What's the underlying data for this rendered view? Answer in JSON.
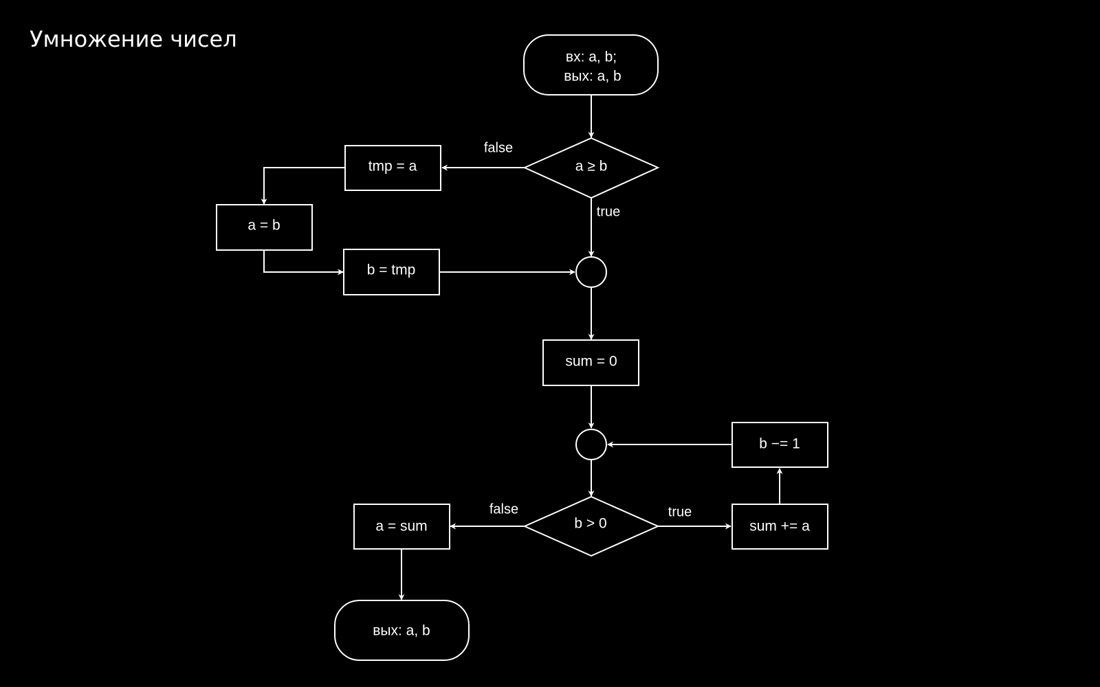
{
  "title": "Умножение чисел",
  "nodes": {
    "start_line1": "вх: a, b;",
    "start_line2": "вых: a, b",
    "cond1": "a ≥ b",
    "tmp_assign": "tmp = a",
    "a_assign_b": "a = b",
    "b_assign_tmp": "b = tmp",
    "sum_init": "sum = 0",
    "cond2": "b > 0",
    "sum_add": "sum += a",
    "b_dec": "b −= 1",
    "a_assign_sum": "a = sum",
    "end": "вых: a, b"
  },
  "edge_labels": {
    "cond1_false": "false",
    "cond1_true": "true",
    "cond2_false": "false",
    "cond2_true": "true"
  },
  "colors": {
    "background": "#000000",
    "foreground": "#ffffff"
  }
}
